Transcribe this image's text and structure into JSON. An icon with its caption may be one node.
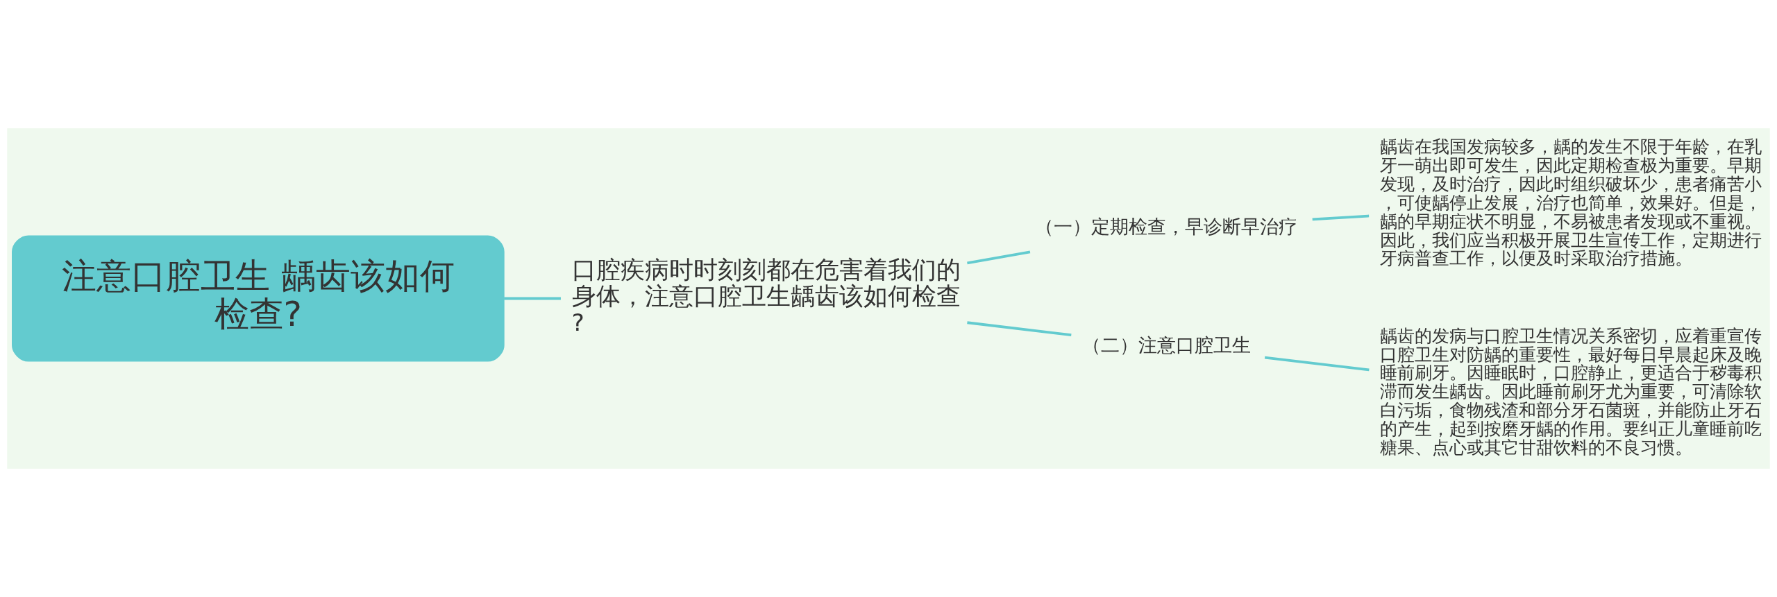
{
  "diagram": {
    "nodes": [
      {
        "text": [
          "注意口腔卫生 龋齿该如何检查?"
        ]
      },
      {
        "text": [
          "口腔疾病时时刻刻都在危害着我们的身体，注意口腔卫生龋齿该如何检查?"
        ]
      },
      {
        "text": [
          "（一）定期检查，早诊断早治疗"
        ]
      },
      {
        "text": [
          "龋齿在我国发病较多，龋的发生不限于年龄，在乳牙一萌出即可发生，因此定期检查极为重要。早期发现，及时治疗，因此时组织破坏少，患者痛苦小，可使龋停止发展，治疗也简单，效果好。但是，龋的早期症状不明显，不易被患者发现或不重视。因此，我们应当积极开展卫生宣传工作，定期进行牙病普查工作，以便及时采取治疗措施。"
        ]
      },
      {
        "text": [
          "（二）注意口腔卫生"
        ]
      },
      {
        "text": [
          "龋齿的发病与口腔卫生情况关系密切，应着重宣传口腔卫生对防龋的重要性，最好每日早晨起床及晚睡前刷牙。因睡眠时，口腔静止，更适合于秽毒积滞而发生龋齿。因此睡前刷牙尤为重要，可清除软白污垢，食物残渣和部分牙石菌斑，并能防止牙石的产生，起到按磨牙龋的作用。要纠正儿童睡前吃糖果、点心或其它甘甜饮料的不良习惯。"
        ]
      }
    ],
    "edges": [
      {
        "from": 0,
        "to": 1,
        "arrow": "none"
      },
      {
        "from": 1,
        "to": 2,
        "arrow": "none"
      },
      {
        "from": 1,
        "to": 4,
        "arrow": "none"
      },
      {
        "from": 2,
        "to": 3,
        "arrow": "none"
      },
      {
        "from": 4,
        "to": 5,
        "arrow": "none"
      }
    ]
  }
}
